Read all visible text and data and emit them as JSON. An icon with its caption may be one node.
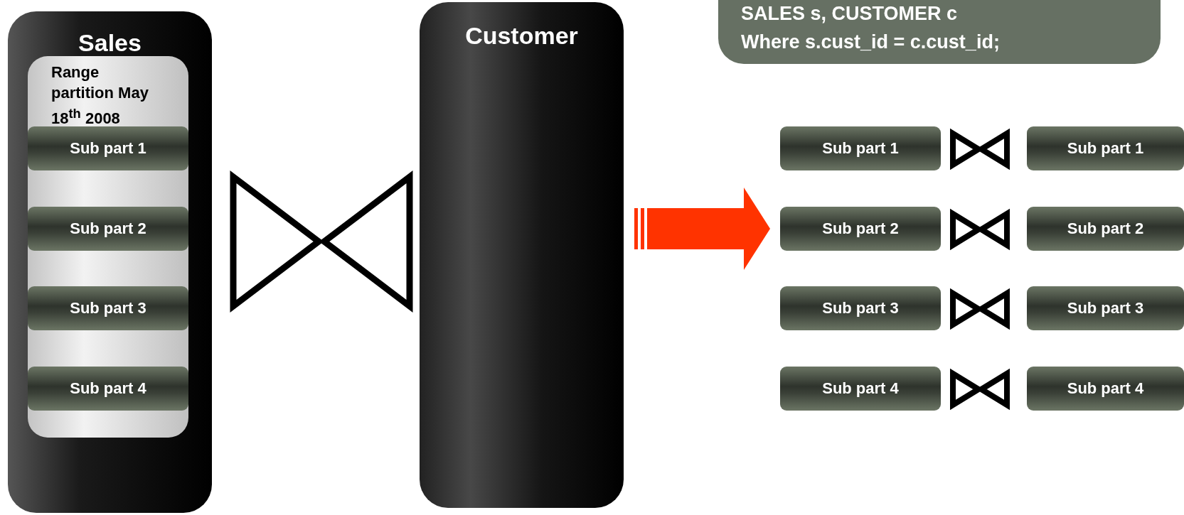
{
  "diagram": {
    "nodes": [
      {
        "text": [
          "Sales"
        ]
      },
      {
        "text": [
          "Range partition May 18$^{th}$ 2008"
        ],
        "in": 0
      },
      {
        "text": [
          "Sub part 1"
        ],
        "in": 1
      },
      {
        "text": [
          "Sub part 2"
        ],
        "in": 1
      },
      {
        "text": [
          "Sub part 3"
        ],
        "in": 1
      },
      {
        "text": [
          "Sub part 4"
        ],
        "in": 1
      },
      {
        "text": [
          "Customer"
        ]
      },
      {
        "text": [
          "SALES s, CUSTOMER c",
          "Where  s.cust_id = c.cust_id;"
        ]
      },
      {
        "text": [
          "Sub part 1"
        ]
      },
      {
        "text": [
          "Sub part 1"
        ]
      },
      {
        "text": [
          "Sub part 2"
        ]
      },
      {
        "text": [
          "Sub part 2"
        ]
      },
      {
        "text": [
          "Sub part 3"
        ]
      },
      {
        "text": [
          "Sub part 3"
        ]
      },
      {
        "text": [
          "Sub part 4"
        ]
      },
      {
        "text": [
          "Sub part 4"
        ]
      }
    ],
    "edges": [
      {
        "from": 6,
        "to": 10,
        "arrow": "to",
        "style": "thick",
        "color": "#ff3300"
      }
    ]
  }
}
